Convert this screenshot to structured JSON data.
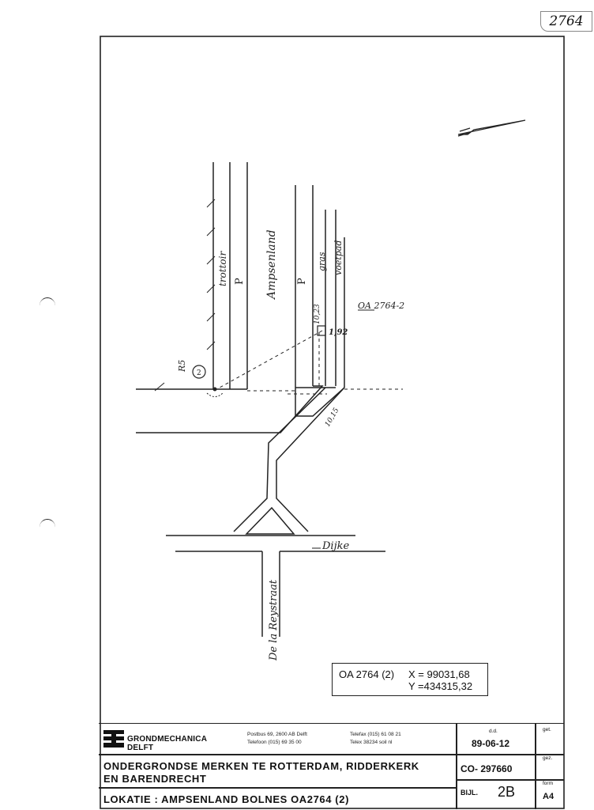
{
  "sheet_number": "2764",
  "map": {
    "north_arrow": "north-arrow-icon",
    "labels": {
      "trottoir": "trottoir",
      "parking_left": "P",
      "street_ampsenland": "Ampsenland",
      "parking_right": "P",
      "gras": "gras",
      "voetpad": "voetpad",
      "point_id": "OA 2764-2",
      "measure_1": "10,23",
      "measure_2": "1,92",
      "measure_3": "10,15",
      "ref_label": "R5",
      "ref_number": "2",
      "street_dijke": "Dijke",
      "street_de_la_reystraat": "De la Reystraat"
    }
  },
  "coordinates": {
    "id": "OA 2764 (2)",
    "x": "X =  99031,68",
    "y": "Y =434315,32"
  },
  "title_block": {
    "company": "GRONDMECHANICA",
    "company_sub": "DELFT",
    "postbus": "Postbus 69, 2600 AB Delft",
    "telefoon": "Telefoon (015) 69 35 00",
    "telefax": "Telefax (015) 61 08 21",
    "telex": "Telex 38234 soil nl",
    "title_line1": "ONDERGRONDSE MERKEN TE ROTTERDAM, RIDDERKERK",
    "title_line2": "EN BARENDRECHT",
    "location": "LOKATIE : AMPSENLAND BOLNES OA2764 (2)",
    "dd_label": "d.d.",
    "date": "89-06-12",
    "co_number": "CO- 297660",
    "bijl_label": "BIJL.",
    "bijl_value": "2B",
    "get_label": "get.",
    "gez_label": "gez.",
    "form_label": "form",
    "form_value": "A4"
  }
}
